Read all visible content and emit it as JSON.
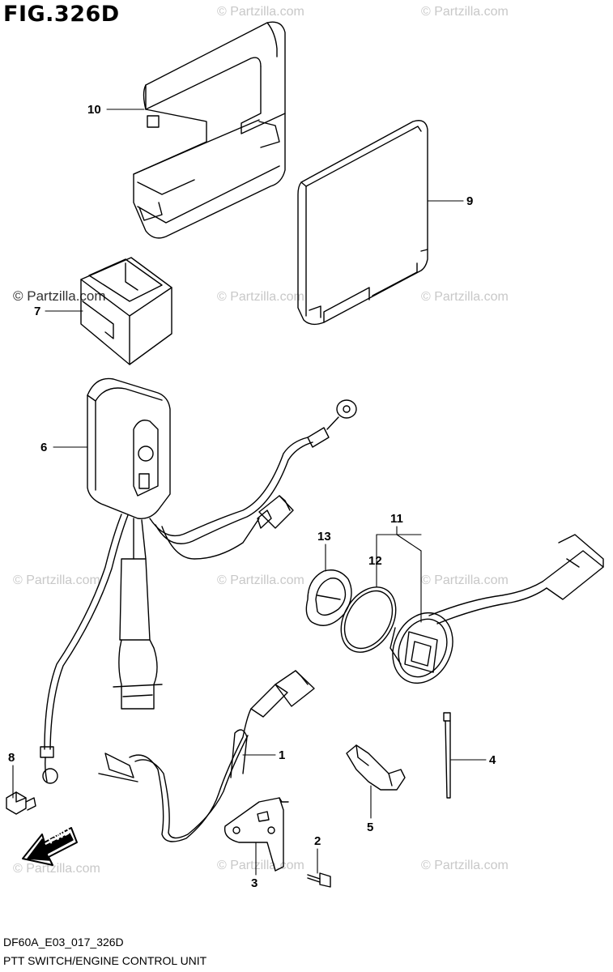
{
  "title": "FIG.326D",
  "figure_code": "DF60A_E03_017_326D",
  "caption": "PTT SWITCH/ENGINE CONTROL UNIT",
  "watermark": "© Partzilla.com",
  "direction_label": "FWD",
  "callouts": [
    "1",
    "2",
    "3",
    "4",
    "5",
    "6",
    "7",
    "8",
    "9",
    "10",
    "11",
    "12",
    "13"
  ]
}
